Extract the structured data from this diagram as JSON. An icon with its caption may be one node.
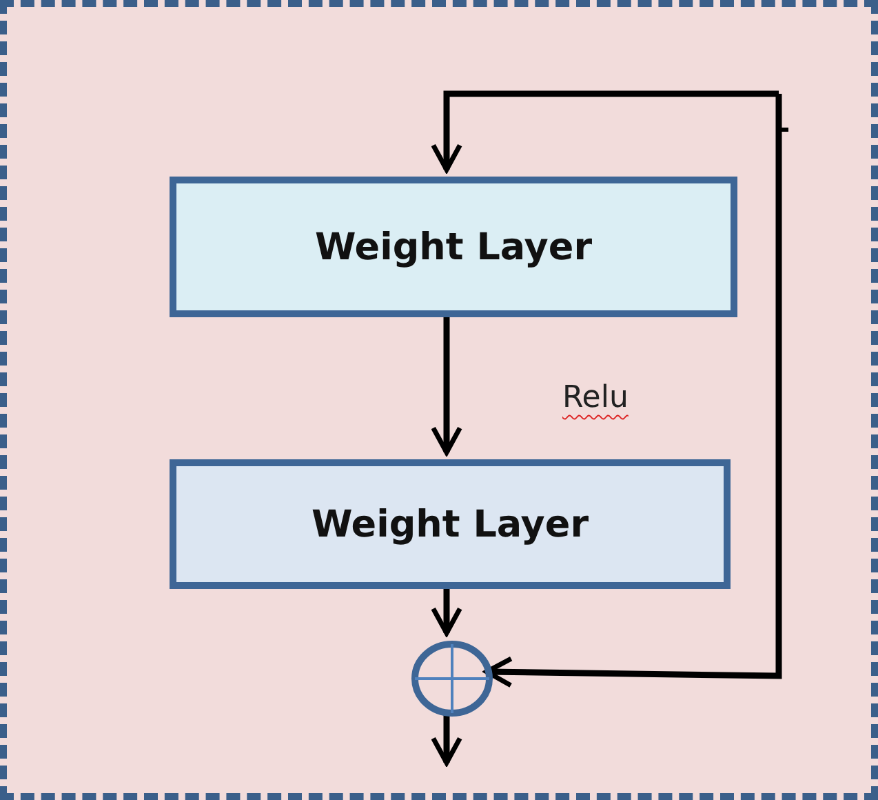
{
  "diagram": {
    "nodes": [
      {
        "text": [],
        "shape": "box"
      },
      {
        "text": [
          "Weight Layer"
        ],
        "in": 0
      },
      {
        "text": [
          "Weight Layer"
        ],
        "in": 0
      },
      {
        "text": [],
        "shape": "circle",
        "in": 0
      }
    ],
    "edges": [
      {
        "from": null,
        "to": 1,
        "arrow": "to"
      },
      {
        "from": 1,
        "to": 2,
        "arrow": "to"
      },
      {
        "from": 2,
        "to": 3,
        "arrow": "to"
      },
      {
        "from": null,
        "to": 3,
        "arrow": "to"
      },
      {
        "from": 3,
        "to": null,
        "arrow": "to"
      }
    ],
    "labels": [
      "Relu"
    ]
  }
}
